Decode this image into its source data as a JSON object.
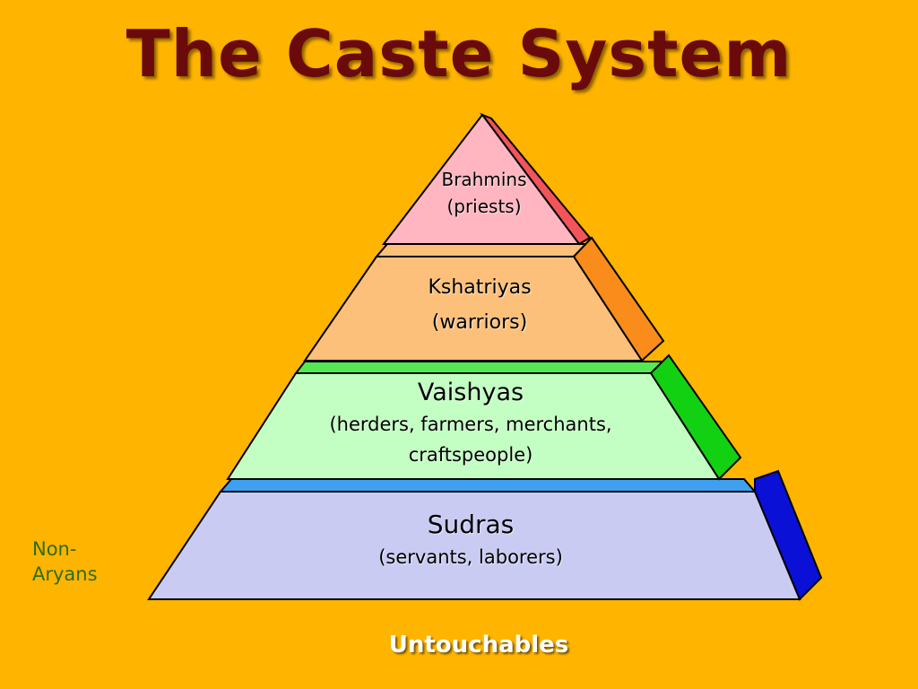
{
  "title": "The Caste System",
  "tiers": [
    {
      "name": "Brahmins",
      "description": "(priests)",
      "front_color": "#FFB6C1",
      "side_color": "#F2545B"
    },
    {
      "name": "Kshatriyas",
      "description": "(warriors)",
      "front_color": "#FDC07A",
      "side_color": "#F98C1A"
    },
    {
      "name": "Vaishyas",
      "description_line1": "(herders, farmers, merchants,",
      "description_line2": "craftspeople)",
      "front_color": "#C3FFC3",
      "side_color": "#12D112"
    },
    {
      "name": "Sudras",
      "description": "(servants, laborers)",
      "front_color": "#CACBF2",
      "side_color": "#0A10D6"
    }
  ],
  "outside_left_line1": "Non-",
  "outside_left_line2": "Aryans",
  "below_label": "Untouchables",
  "colors": {
    "background": "#FFB400",
    "title": "#6B0A0A",
    "non_aryans": "#2E6B1E",
    "untouchables": "#FFFFFF"
  }
}
